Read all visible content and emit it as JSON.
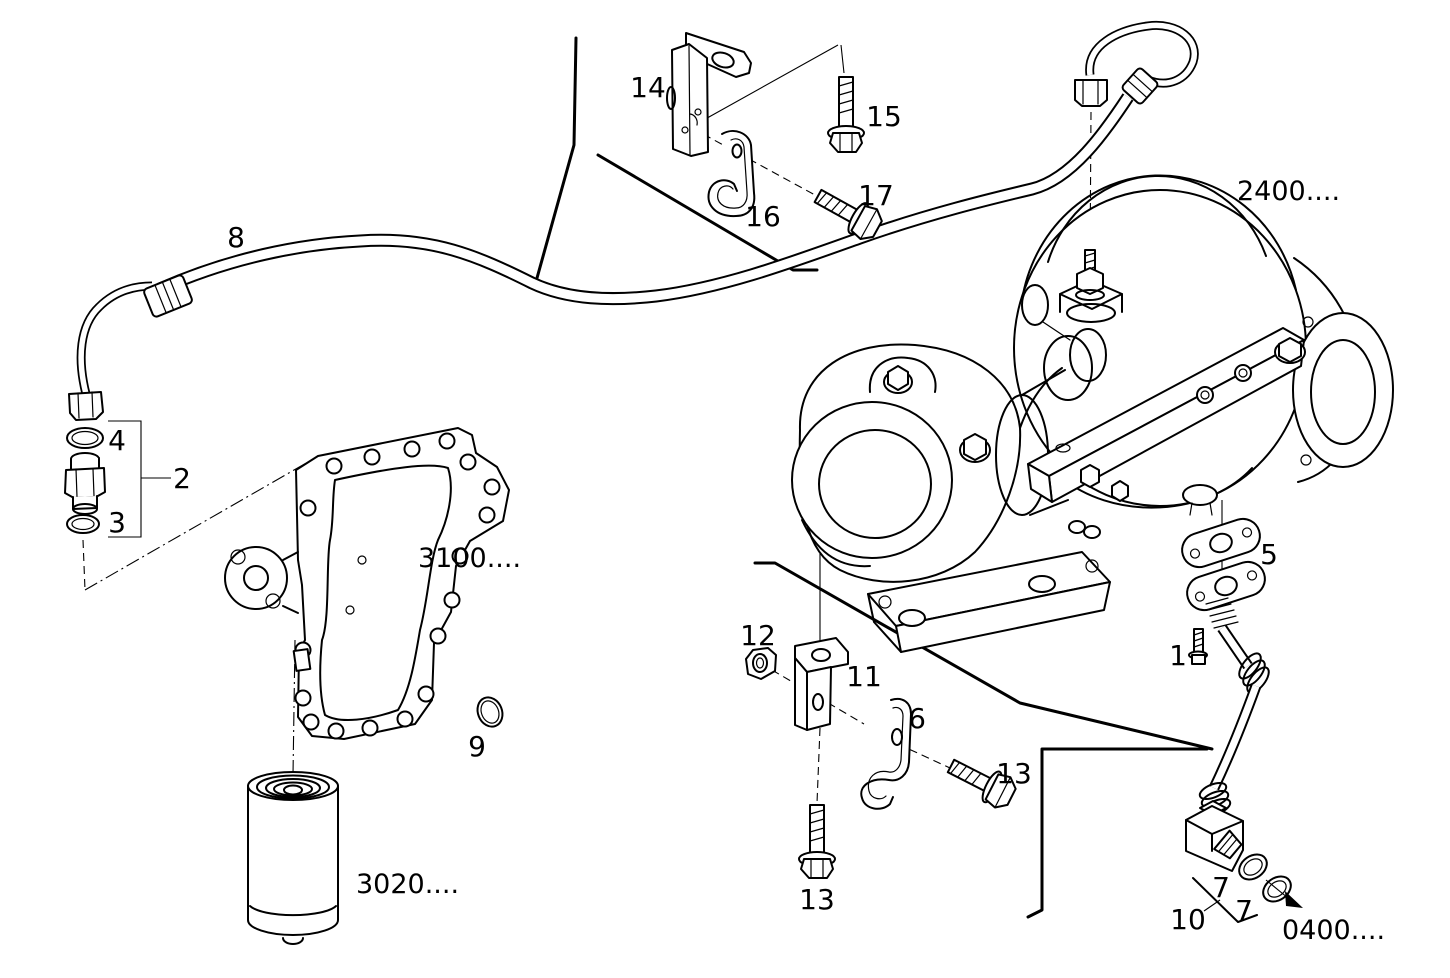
{
  "colors": {
    "background": "#ffffff",
    "ink": "#000000"
  },
  "callouts": {
    "c1": "1",
    "c2": "2",
    "c3": "3",
    "c4": "4",
    "c5": "5",
    "c6": "6",
    "c7a": "7",
    "c7b": "7",
    "c8": "8",
    "c9": "9",
    "c10": "10",
    "c11": "11",
    "c12": "12",
    "c13_right": "13",
    "c13_bottom": "13",
    "c14": "14",
    "c15": "15",
    "c16": "16",
    "c17": "17"
  },
  "references": {
    "turbocharger_group": "2400....",
    "oil_cooler_group": "3100....",
    "oil_filter_group": "3020....",
    "oil_sump_group": "0400...."
  }
}
